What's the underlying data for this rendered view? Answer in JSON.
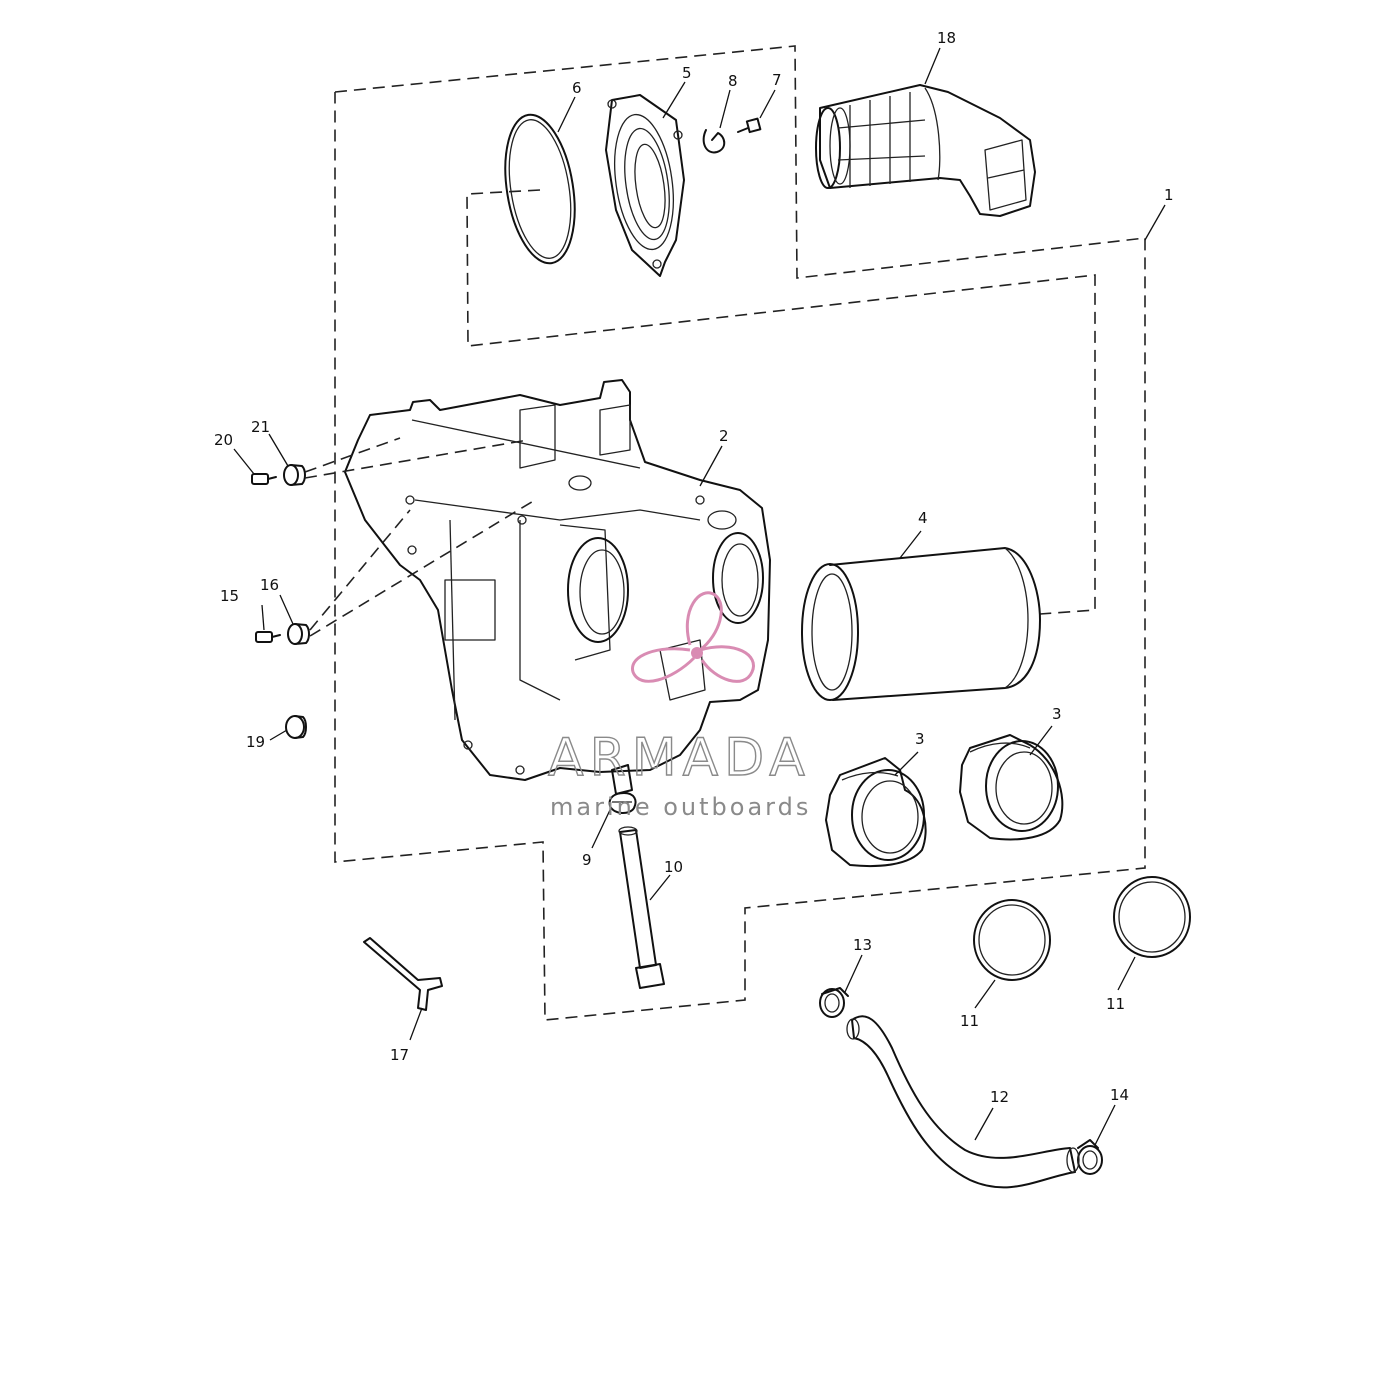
{
  "labels": {
    "p1": "1",
    "p2": "2",
    "p3a": "3",
    "p3b": "3",
    "p4": "4",
    "p5": "5",
    "p6": "6",
    "p7": "7",
    "p8": "8",
    "p9": "9",
    "p10": "10",
    "p11a": "11",
    "p11b": "11",
    "p12": "12",
    "p13": "13",
    "p14": "14",
    "p15": "15",
    "p16": "16",
    "p17": "17",
    "p18": "18",
    "p19": "19",
    "p20": "20",
    "p21": "21"
  },
  "watermark": {
    "brand": "ARMADA",
    "tagline": "marine outboards",
    "color": "#d98cb3"
  }
}
